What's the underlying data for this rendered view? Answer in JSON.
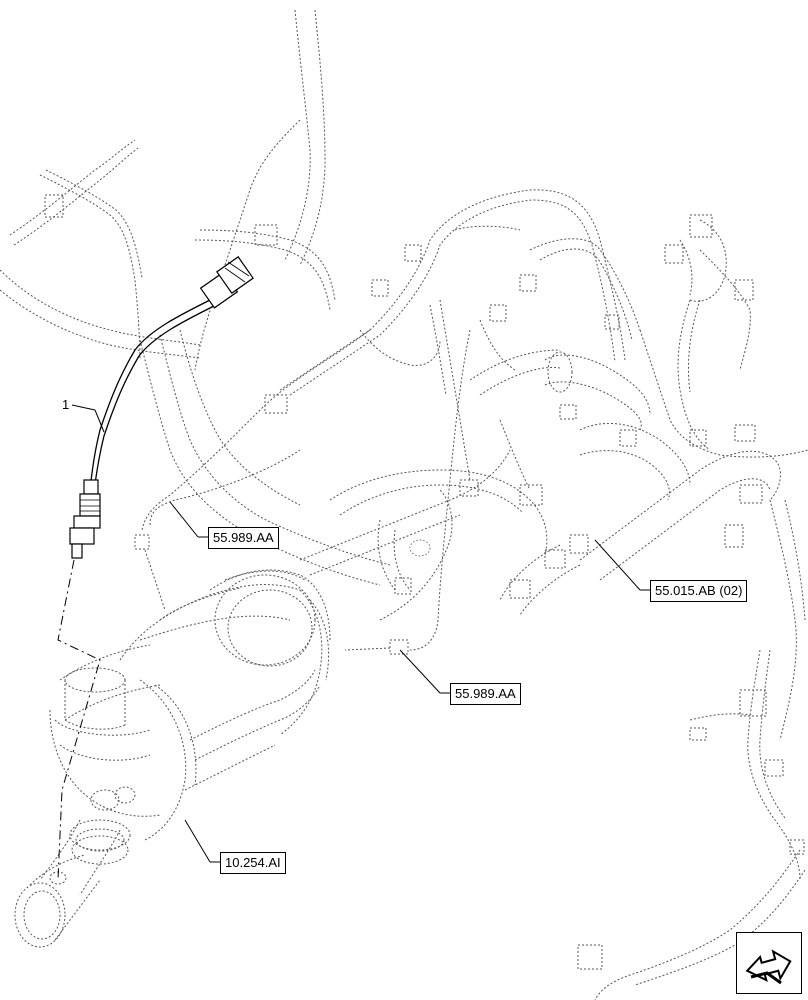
{
  "diagram": {
    "callout_item": "1",
    "references": [
      {
        "id": "ref-55-989-aa-upper",
        "label": "55.989.AA"
      },
      {
        "id": "ref-55-989-aa-lower",
        "label": "55.989.AA"
      },
      {
        "id": "ref-55-015-ab-02",
        "label": "55.015.AB (02)"
      },
      {
        "id": "ref-10-254-ai",
        "label": "10.254.AI"
      }
    ],
    "nav_icon": "next-page-arrow-icon"
  }
}
